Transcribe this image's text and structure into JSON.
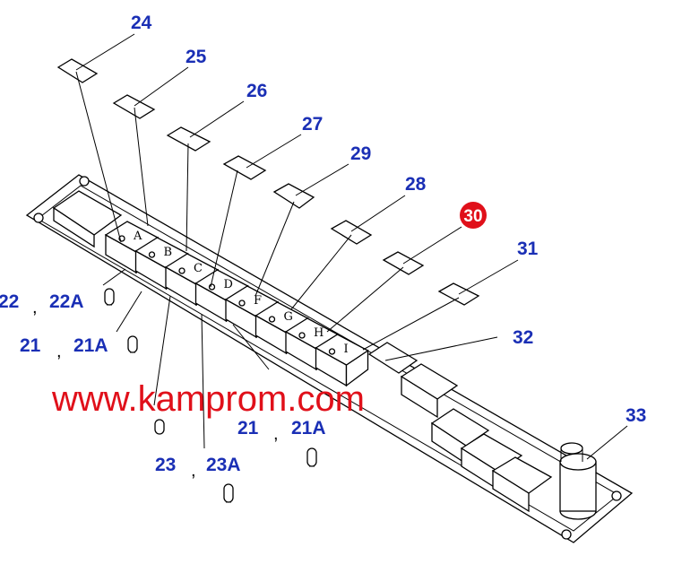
{
  "callouts": {
    "c24": "24",
    "c25": "25",
    "c26": "26",
    "c27": "27",
    "c29": "29",
    "c28": "28",
    "c30": "30",
    "c31": "31",
    "c32": "32",
    "c33": "33",
    "c22": "22",
    "c22a": "22A",
    "c21": "21",
    "c21a": "21A",
    "c21b": "21",
    "c21ab": "21A",
    "c23": "23",
    "c23a": "23A"
  },
  "separators": {
    "s1": ",",
    "s2": ",",
    "s3": ",",
    "s4": ","
  },
  "switch_letters": [
    "A",
    "B",
    "C",
    "D",
    "F",
    "G",
    "H",
    "I"
  ],
  "watermark": "www.kamprom.com",
  "colors": {
    "callout": "#1a2fb5",
    "highlight": "#e0101a",
    "watermark": "#e0101a"
  }
}
